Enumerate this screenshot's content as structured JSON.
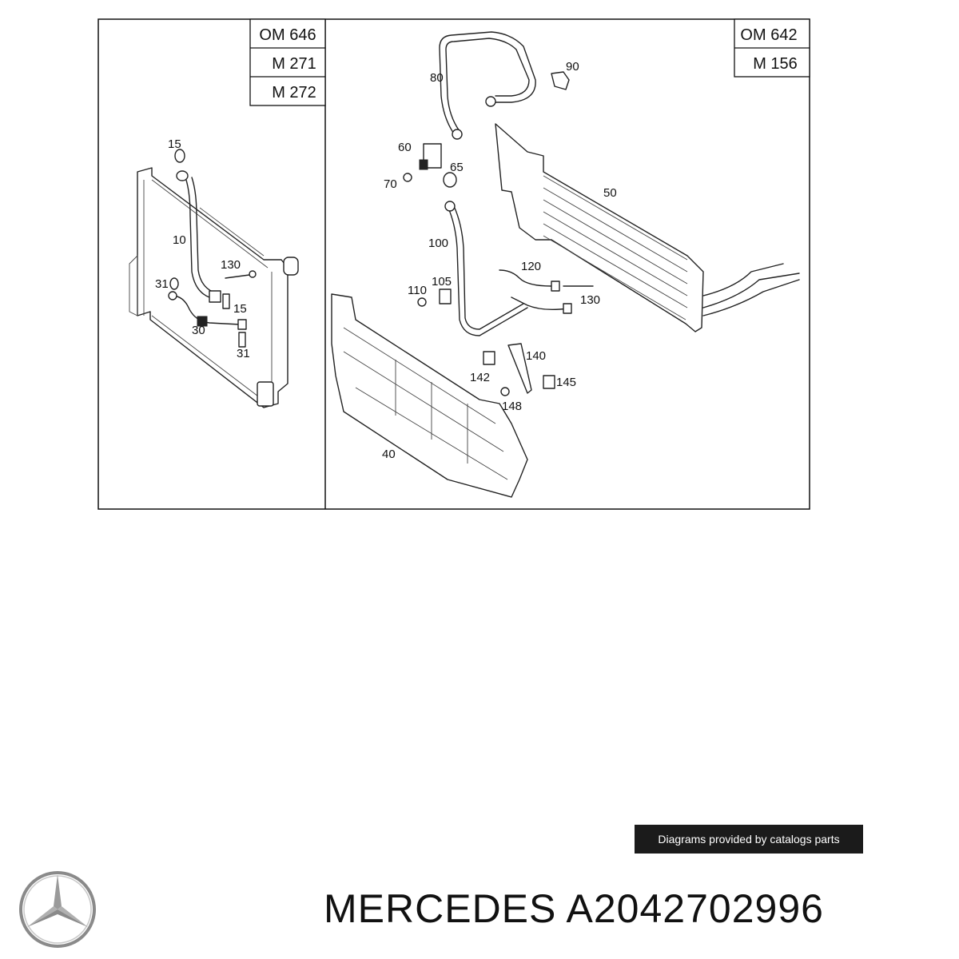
{
  "diagram": {
    "engines_left": [
      "OM 646",
      "M 271",
      "M 272"
    ],
    "engines_right": [
      "OM 642",
      "M 156"
    ],
    "callouts_left": [
      "15",
      "10",
      "130",
      "31",
      "15",
      "30",
      "31"
    ],
    "callouts_right": [
      "80",
      "90",
      "60",
      "65",
      "70",
      "50",
      "100",
      "120",
      "110",
      "105",
      "130",
      "140",
      "142",
      "145",
      "148",
      "40"
    ]
  },
  "caption": "Diagrams provided by catalogs parts",
  "footer": {
    "brand": "MERCEDES",
    "part_number": "A2042702996"
  },
  "logo": {
    "icon": "mercedes-star-icon"
  }
}
